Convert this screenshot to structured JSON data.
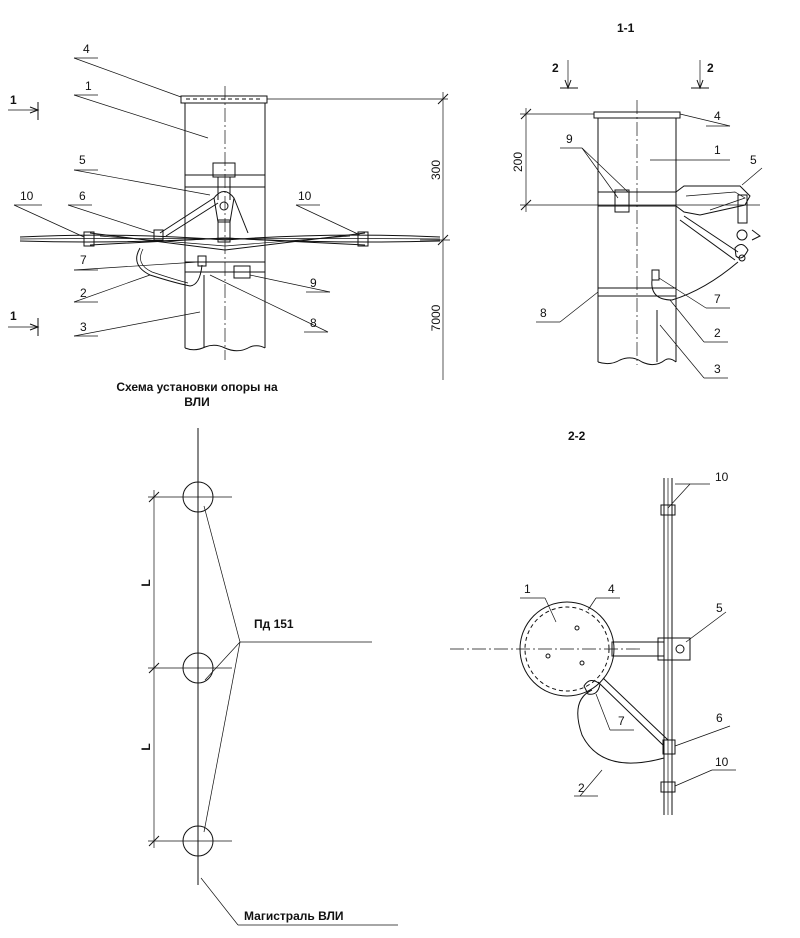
{
  "sections": {
    "s11": "1-1",
    "s22": "2-2",
    "cut1": "1",
    "cut2": "2"
  },
  "scheme_title_line1": "Схема установки опоры на",
  "scheme_title_line2": "ВЛИ",
  "dimensions": {
    "d300": "300",
    "d7000": "7000",
    "d200": "200",
    "L": "L"
  },
  "labels": {
    "pd151": "Пд 151",
    "main_line": "Магистраль ВЛИ"
  },
  "callouts": {
    "c1": "1",
    "c2": "2",
    "c3": "3",
    "c4": "4",
    "c5": "5",
    "c6": "6",
    "c7": "7",
    "c8": "8",
    "c9": "9",
    "c10": "10"
  }
}
